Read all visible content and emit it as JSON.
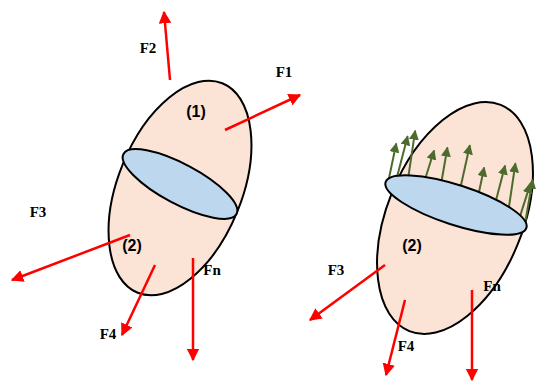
{
  "diagram": {
    "labels": [
      "F2",
      "F1",
      "(1)",
      "F3",
      "(2)",
      "F4",
      "Fn",
      "F3",
      "(2)",
      "F4",
      "Fn"
    ]
  }
}
